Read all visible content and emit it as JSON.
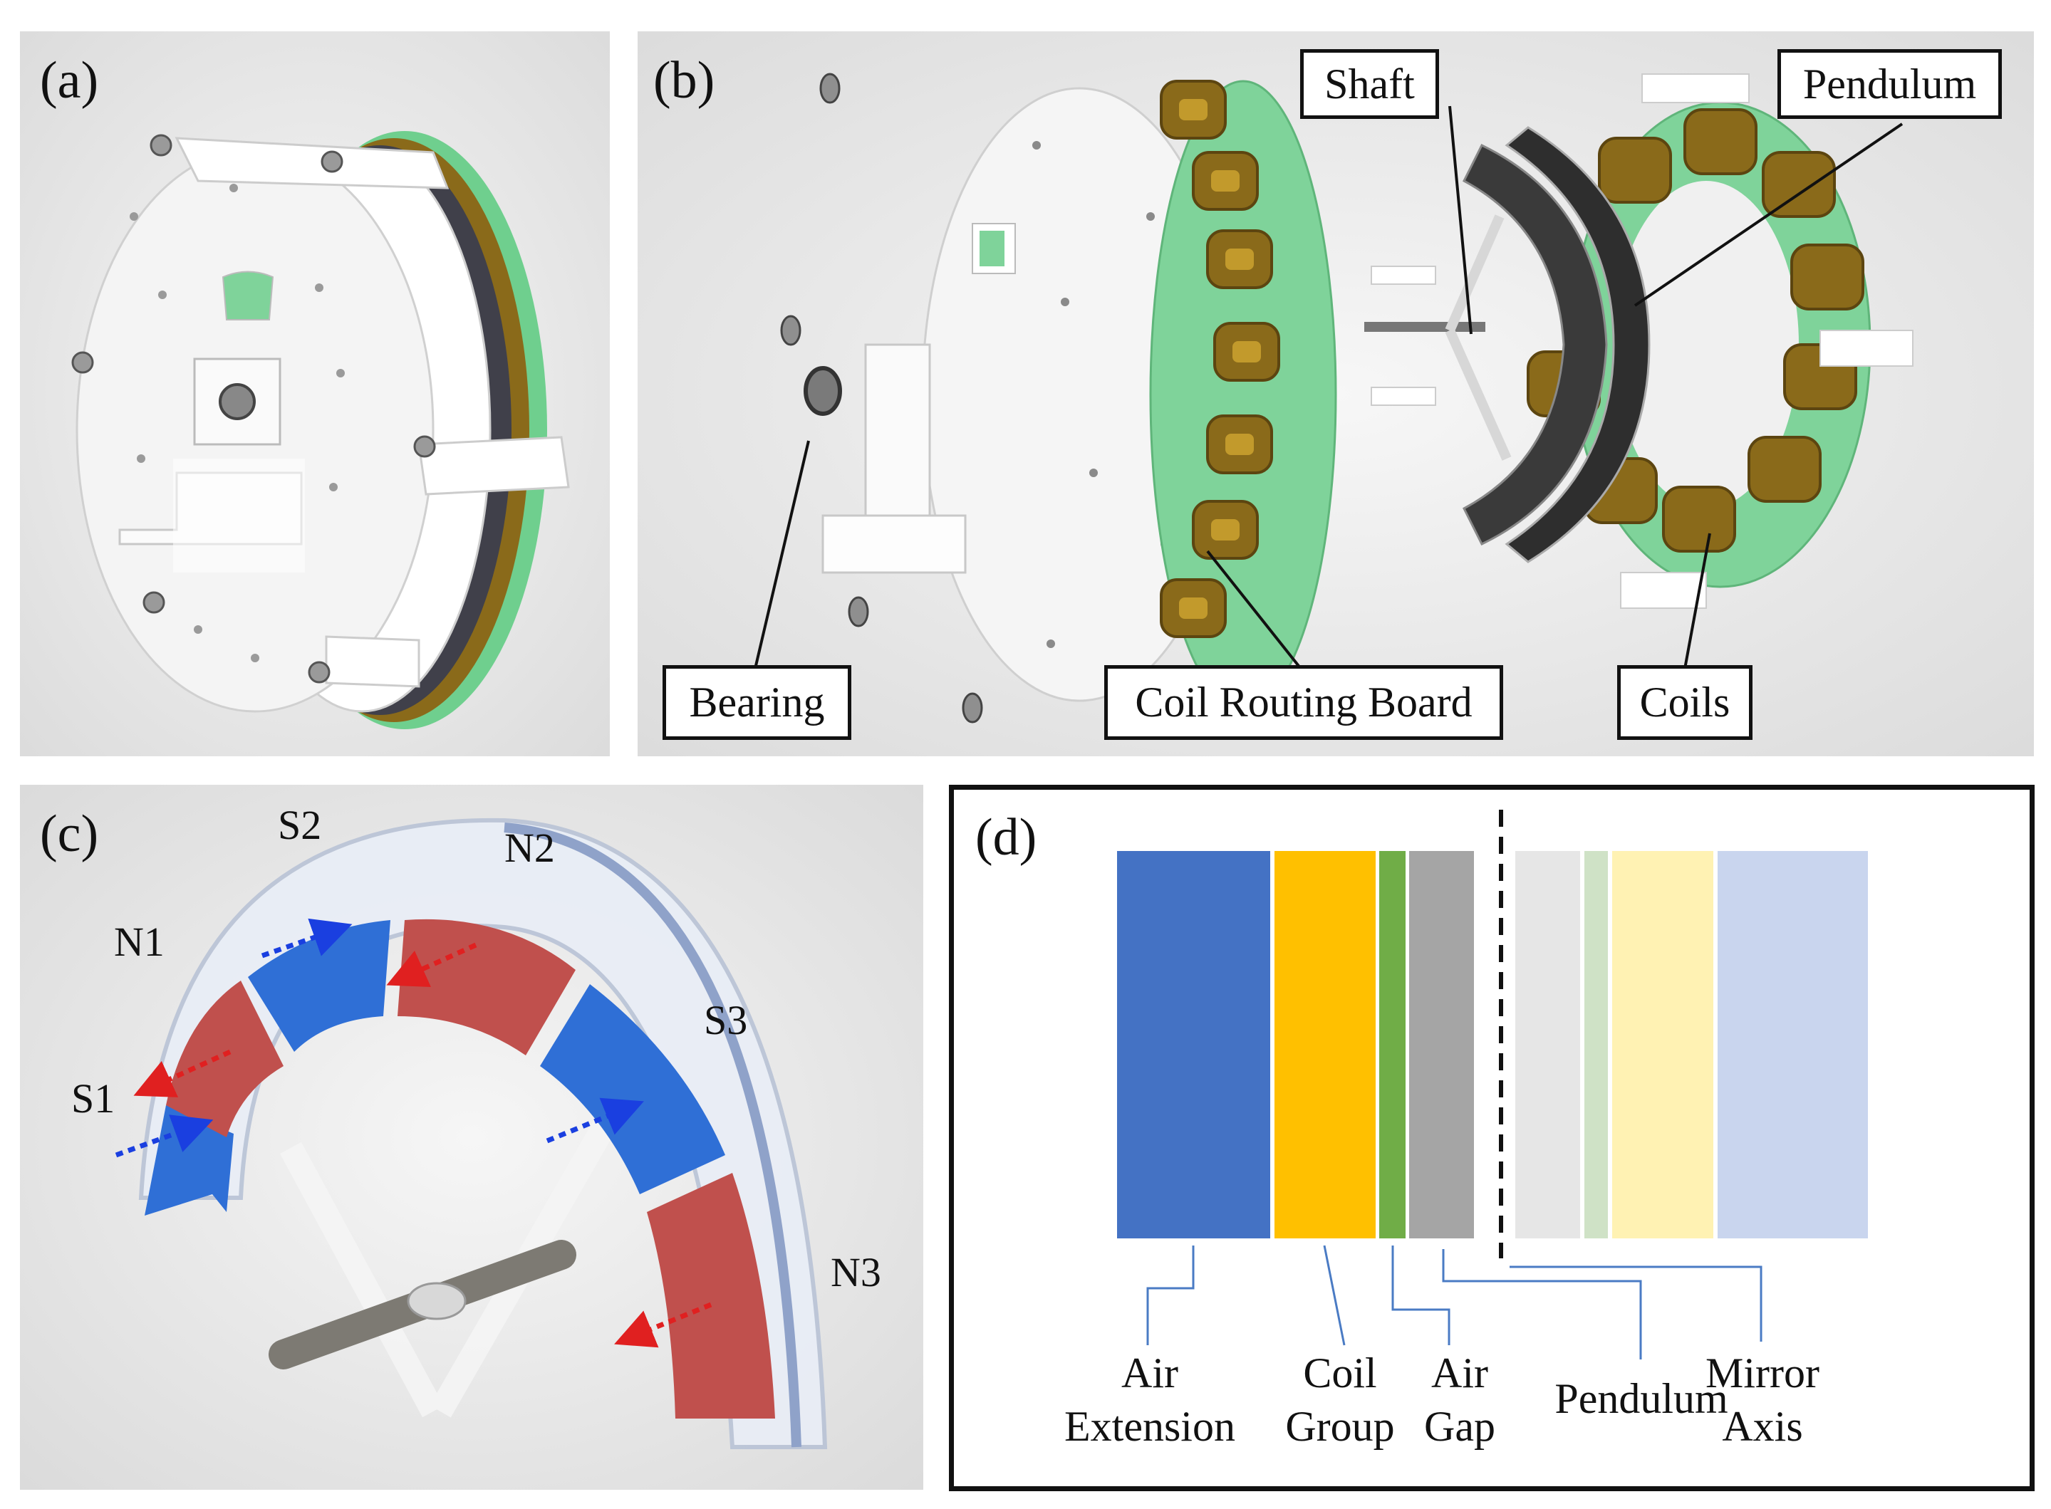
{
  "panels": {
    "a": {
      "label": "(a)"
    },
    "b": {
      "label": "(b)",
      "callouts": {
        "shaft": "Shaft",
        "pendulum": "Pendulum",
        "bearing": "Bearing",
        "coil_routing_board": "Coil Routing Board",
        "coils": "Coils"
      }
    },
    "c": {
      "label": "(c)",
      "magnets": {
        "s1": "S1",
        "n1": "N1",
        "s2": "S2",
        "n2": "N2",
        "s3": "S3",
        "n3": "N3"
      }
    },
    "d": {
      "label": "(d)",
      "labels": {
        "air_extension": [
          "Air",
          "Extension"
        ],
        "coil_group": [
          "Coil",
          "Group"
        ],
        "air_gap": [
          "Air",
          "Gap"
        ],
        "pendulum": [
          "Pendulum"
        ],
        "mirror_axis": [
          "Mirror",
          "Axis"
        ]
      }
    }
  },
  "colors": {
    "air_extension": "#4472c4",
    "coil_group": "#ffc000",
    "coil_board": "#70ad47",
    "air_gap": "#a5a5a5",
    "magnet_north": "#c0504d",
    "magnet_south": "#2f6fd6",
    "coil_copper": "#8a6a1a",
    "pcb_green": "#7fd39a"
  }
}
